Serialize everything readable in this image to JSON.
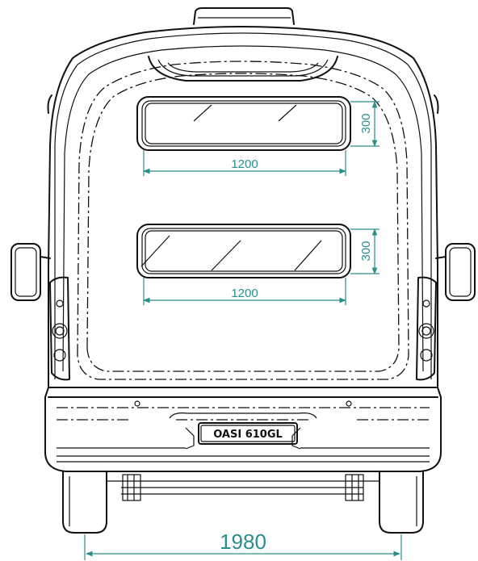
{
  "colors": {
    "line": "#111111",
    "dimension": "#2a8f8a",
    "background": "#ffffff"
  },
  "plate": {
    "text": "OASI 610GL"
  },
  "dimensions": {
    "window_upper_width": "1200",
    "window_upper_height": "300",
    "window_lower_width": "1200",
    "window_lower_height": "300",
    "overall_width": "1980"
  }
}
